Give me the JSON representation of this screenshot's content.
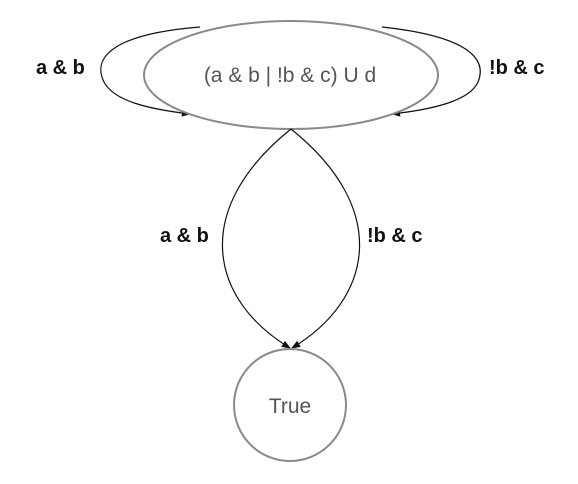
{
  "diagram": {
    "states": {
      "initial": {
        "label": "(a & b | !b & c) U d"
      },
      "accept": {
        "label": "True"
      }
    },
    "transitions": [
      {
        "from": "(a & b | !b & c) U d",
        "to": "(a & b | !b & c) U d",
        "label": "a & b"
      },
      {
        "from": "(a & b | !b & c) U d",
        "to": "(a & b | !b & c) U d",
        "label": "!b & c"
      },
      {
        "from": "(a & b | !b & c) U d",
        "to": "True",
        "label": "a & b"
      },
      {
        "from": "(a & b | !b & c) U d",
        "to": "True",
        "label": "!b & c"
      }
    ],
    "colors": {
      "state_stroke": "#8a8a8a",
      "state_text": "#555555",
      "edge_stroke": "#111111",
      "edge_text": "#111111",
      "background": "#ffffff"
    }
  }
}
